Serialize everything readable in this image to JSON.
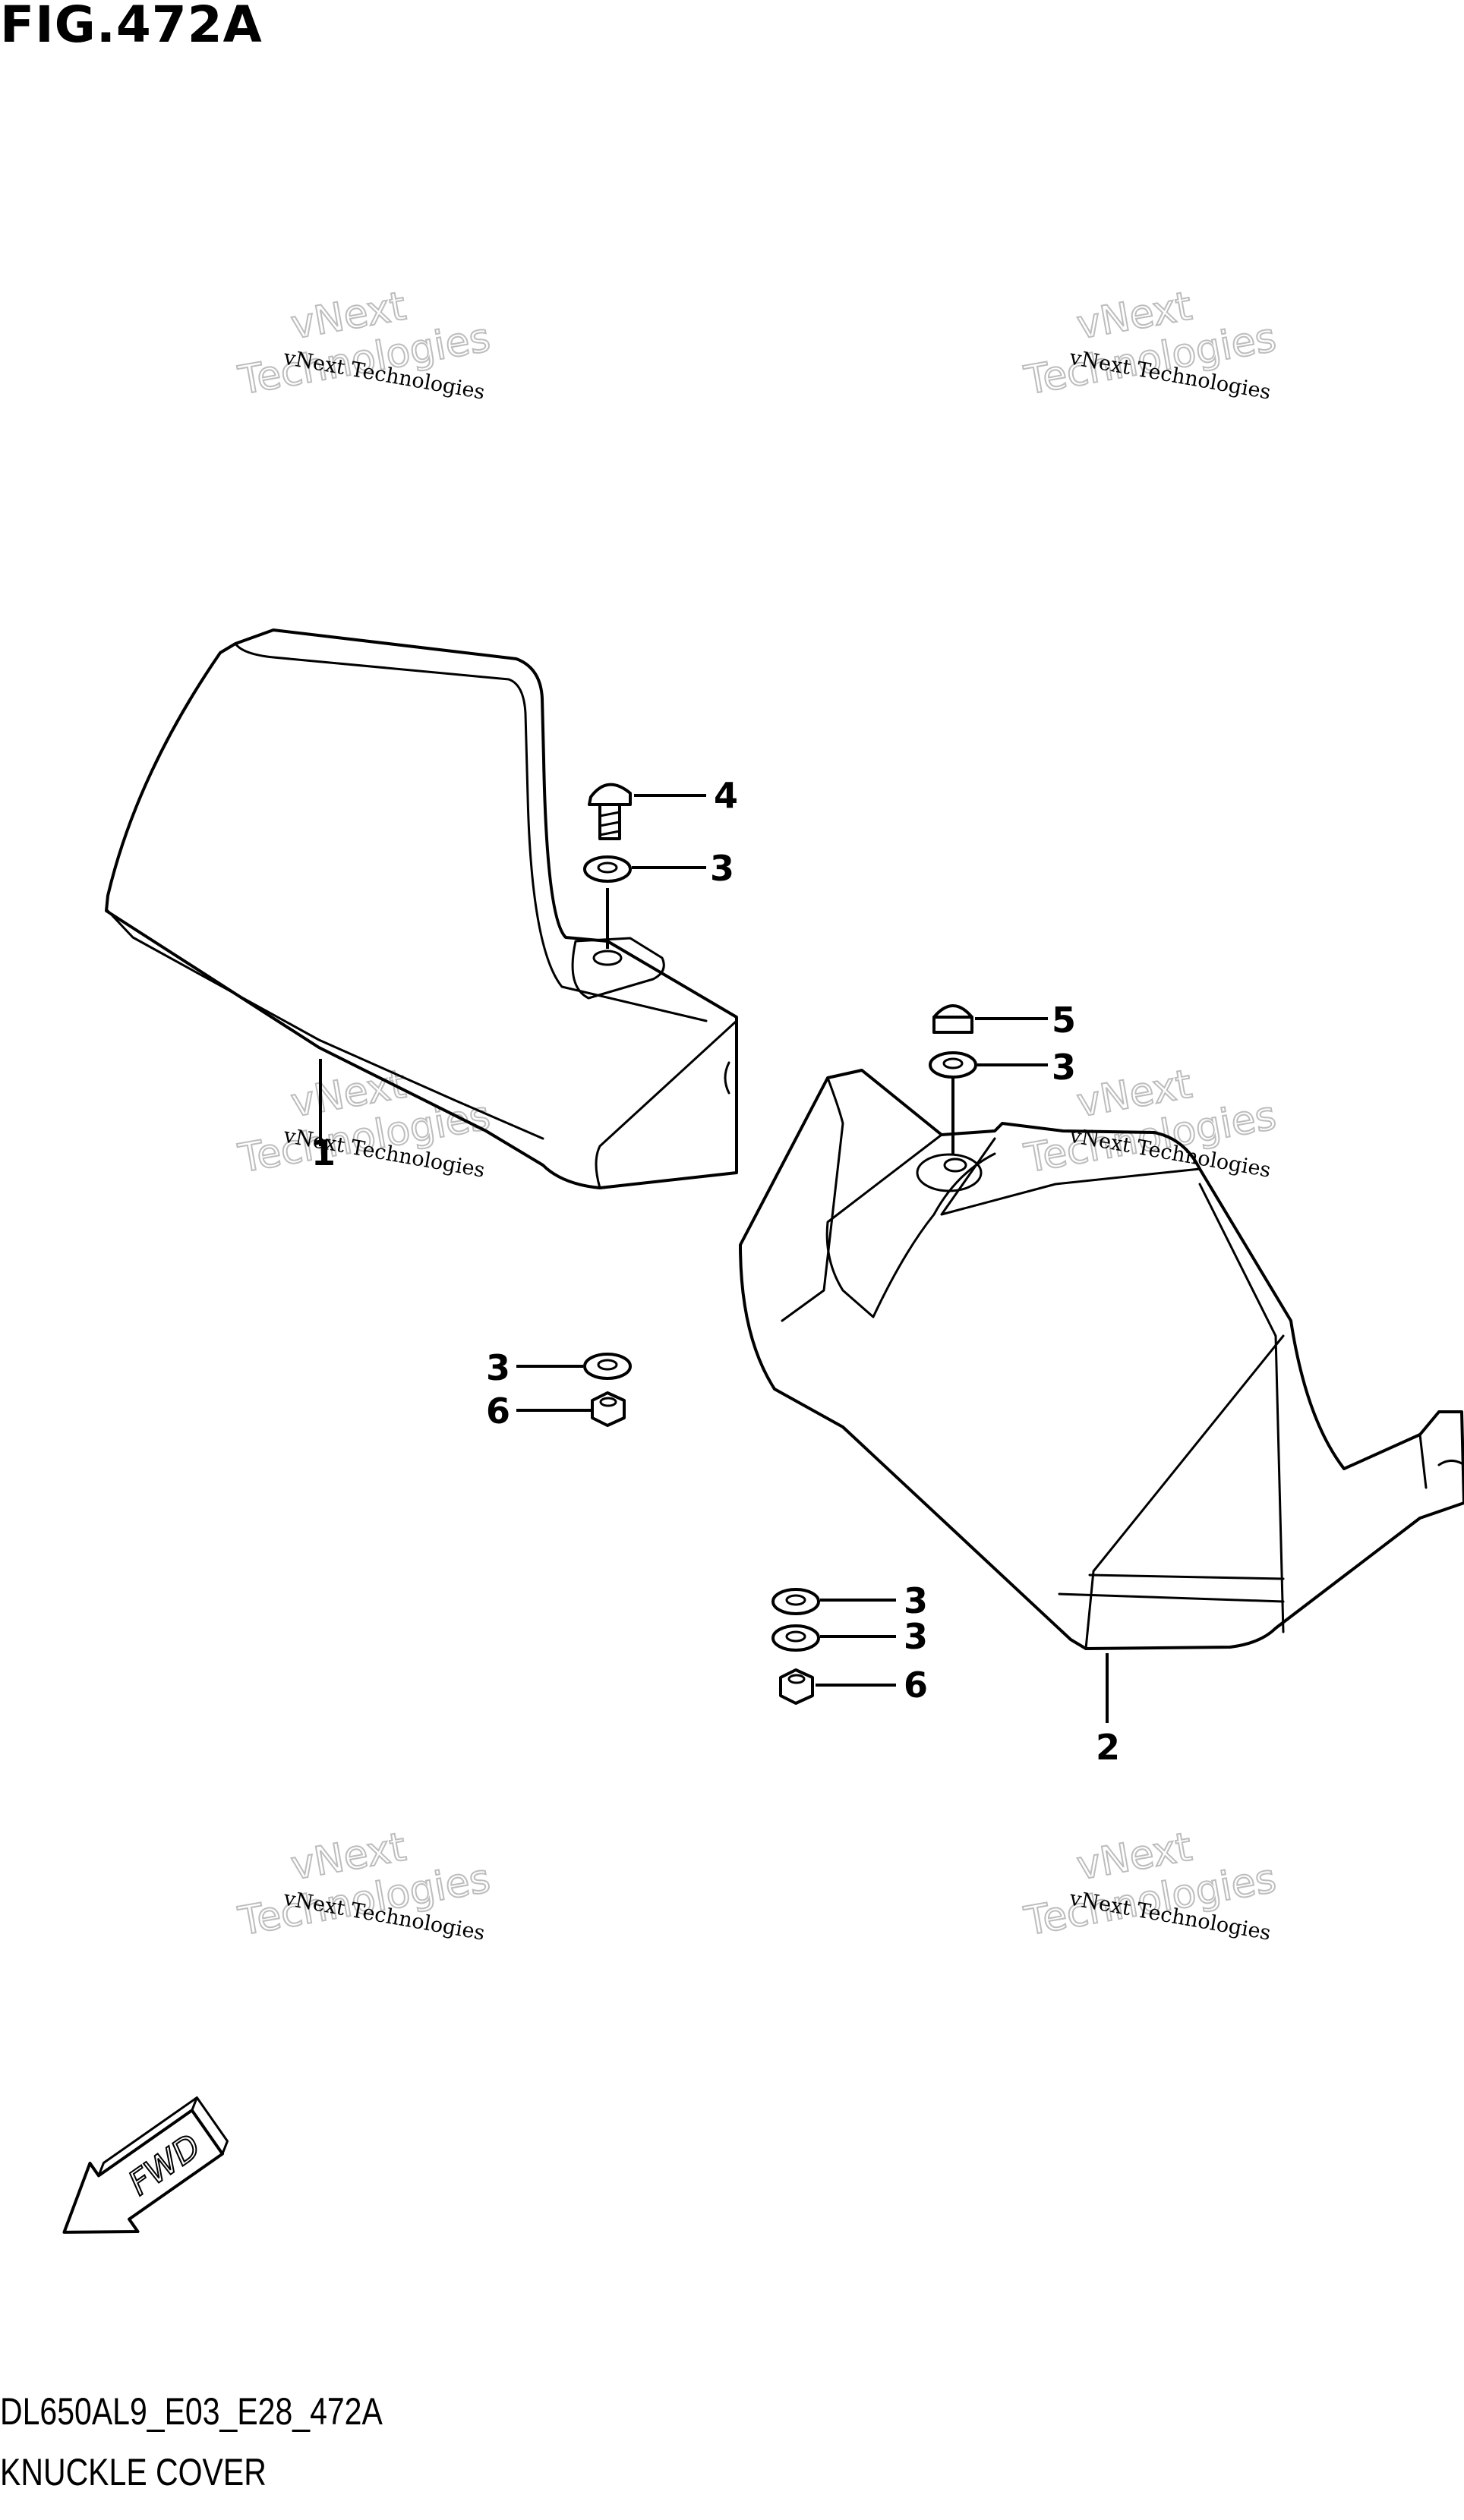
{
  "figure_title": "FIG.472A",
  "drawing_code": "DL650AL9_E03_E28_472A",
  "section_name": "KNUCKLE COVER",
  "watermark": {
    "line1": "vNext",
    "line2": "Technologies",
    "line_small": "vNext Technologies"
  },
  "fwd_label": "FWD",
  "callouts": {
    "c1": "1",
    "c2": "2",
    "c3a": "3",
    "c3b": "3",
    "c3c": "3",
    "c3d": "3",
    "c3e": "3",
    "c4": "4",
    "c5": "5",
    "c6a": "6",
    "c6b": "6"
  }
}
